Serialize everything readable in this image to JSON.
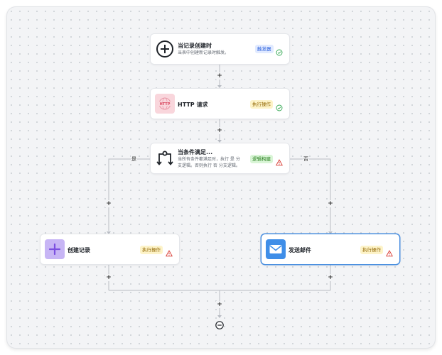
{
  "nodes": {
    "trigger": {
      "title": "当记录创建时",
      "desc": "当表中创建新记录时触发。",
      "badge": "触发器",
      "icon": "circle-plus-icon",
      "status": "ok"
    },
    "http": {
      "title": "HTTP 请求",
      "badge": "执行操作",
      "icon": "http-icon",
      "icon_text": "HTTP",
      "status": "ok"
    },
    "condition": {
      "title": "当条件满足...",
      "desc_line1": "当所有条件都满足时，执行 是 分",
      "desc_line2": "支逻辑。否则执行 否 分支逻辑。",
      "badge": "逻辑构建",
      "icon": "branch-icon",
      "status": "warning"
    },
    "create": {
      "title": "创建记录",
      "badge": "执行操作",
      "icon": "plus-icon",
      "status": "warning"
    },
    "email": {
      "title": "发送邮件",
      "badge": "执行操作",
      "icon": "mail-icon",
      "status": "warning"
    }
  },
  "branches": {
    "yes": "是",
    "no": "否"
  },
  "add_label": "+",
  "colors": {
    "accent": "#4a8fe0",
    "success": "#34a853",
    "warning": "#d83931",
    "create_icon_bg": "#c7b5f5",
    "email_icon_bg": "#3f8ee8"
  }
}
